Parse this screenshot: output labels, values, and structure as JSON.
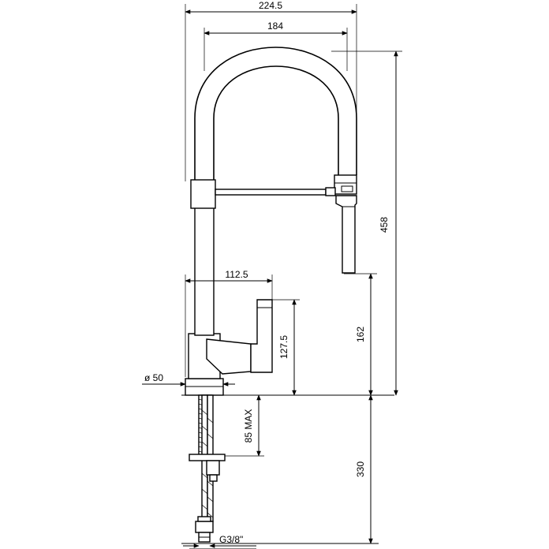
{
  "drawing": {
    "type": "technical-dimension-drawing",
    "line_color": "#000000",
    "background": "#ffffff"
  },
  "dimensions": {
    "overall_width": "224.5",
    "spout_width": "184",
    "spout_reach": "112.5",
    "overall_height": "458",
    "spout_height": "162",
    "lever_height": "127.5",
    "base_diameter": "ø 50",
    "max_thickness": "85 MAX",
    "hose_length": "330",
    "thread": "G3/8\""
  }
}
